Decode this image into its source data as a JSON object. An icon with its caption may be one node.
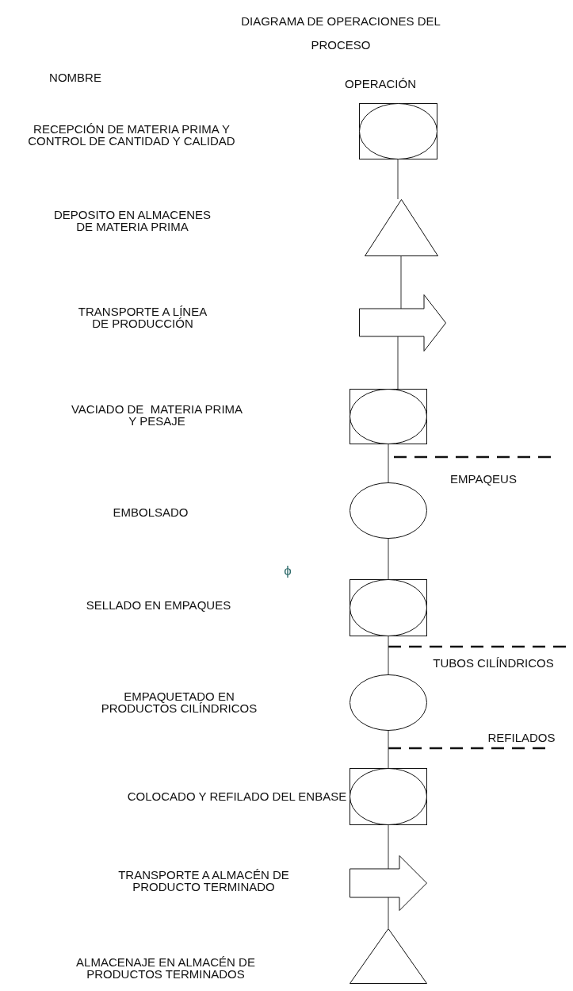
{
  "diagram": {
    "title": "DIAGRAMA DE OPERACIONES DEL PROCESO",
    "nodes": [
      {
        "text": [],
        "shape": "box"
      },
      {
        "text": [],
        "shape": "triangle"
      },
      {
        "text": [],
        "shape": "arrow"
      },
      {
        "text": [],
        "shape": "box"
      },
      {
        "text": [],
        "shape": "circle"
      },
      {
        "text": [],
        "shape": "box"
      },
      {
        "text": [],
        "shape": "circle"
      },
      {
        "text": [],
        "shape": "box"
      },
      {
        "text": [],
        "shape": "arrow"
      },
      {
        "text": [],
        "shape": "triangle"
      }
    ],
    "edges": [
      {
        "from": 0,
        "to": 1,
        "arrow": "none"
      },
      {
        "from": 1,
        "to": 2,
        "arrow": "none"
      },
      {
        "from": 2,
        "to": 3,
        "arrow": "none"
      },
      {
        "from": 3,
        "to": 4,
        "arrow": "none"
      },
      {
        "from": 4,
        "to": 5,
        "arrow": "none"
      },
      {
        "from": 5,
        "to": 6,
        "arrow": "none"
      },
      {
        "from": 6,
        "to": 7,
        "arrow": "none"
      },
      {
        "from": 7,
        "to": 8,
        "arrow": "none"
      },
      {
        "from": 8,
        "to": 9,
        "arrow": "none"
      }
    ],
    "labels": [
      "NOMBRE",
      "OPERACIÓN",
      "RECEPCIÓN DE MATERIA PRIMA Y CONTROL DE CANTIDAD Y CALIDAD",
      "DEPOSITO EN ALMACENES DE MATERIA PRIMA",
      "TRANSPORTE A LÍNEA DE PRODUCCIÓN",
      "VACIADO DE  MATERIA PRIMA Y PESAJE",
      "EMPAQEUS",
      "EMBOLSADO",
      "ϕ",
      "SELLADO EN EMPAQUES",
      "TUBOS CILÍNDRICOS",
      "EMPAQUETADO EN PRODUCTOS CILÍNDRICOS",
      "REFILADOS",
      "COLOCADO Y REFILADO DEL ENBASE",
      "TRANSPORTE A ALMACÉN DE PRODUCTO TERMINADO",
      "ALMACENAJE EN ALMACÉN DE PRODUCTOS TERMINADOS"
    ]
  }
}
